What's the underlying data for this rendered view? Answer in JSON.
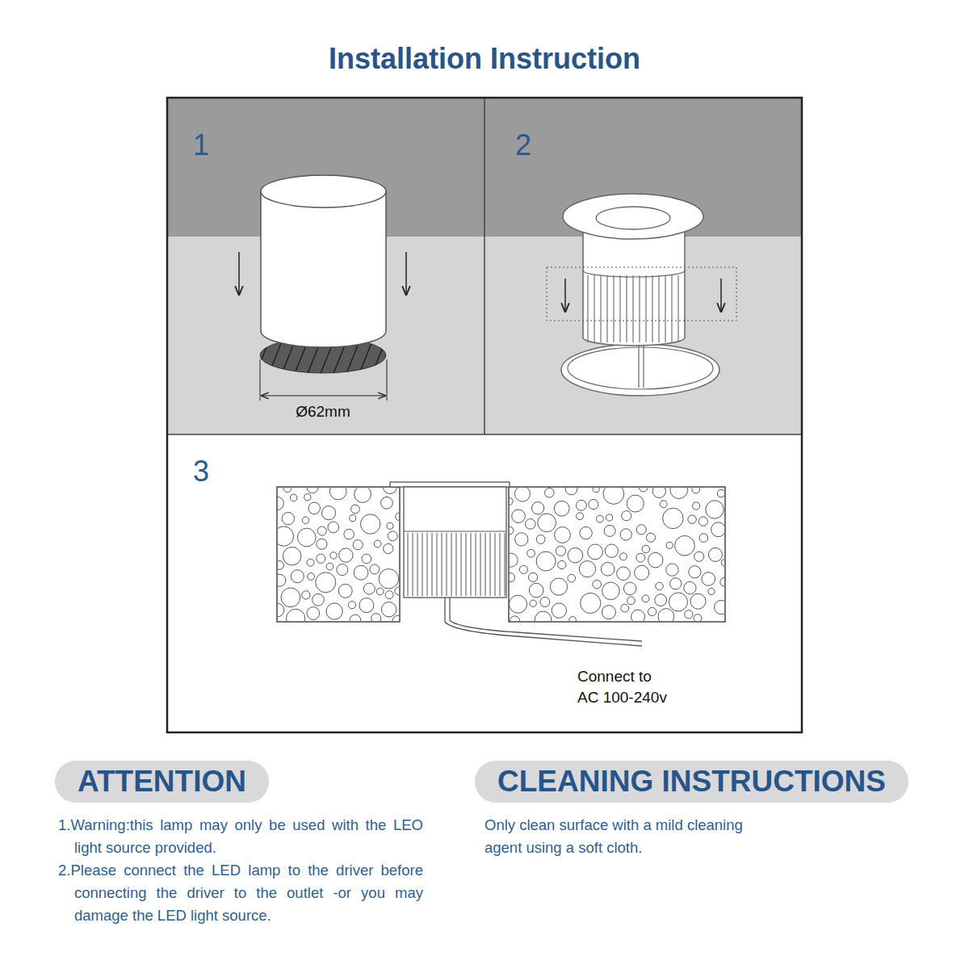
{
  "diagram": {
    "title": "Installation Instruction",
    "nodes": [
      {
        "text": [
          "1"
        ]
      },
      {
        "text": [
          "2"
        ]
      },
      {
        "text": [
          "3"
        ]
      },
      {
        "text": [
          "ATTENTION",
          "1.Warning:this lamp may only be used with the LEO light source provided.",
          "2.Please connect the LED lamp to the driver before connecting the driver to the outlet -or you may damage the LED light source."
        ]
      },
      {
        "text": [
          "CLEANING INSTRUCTIONS",
          "Only clean surface with a mild cleaning agent using a soft cloth."
        ]
      }
    ],
    "labels": [
      "Ø62mm",
      "Connect to AC 100-240v"
    ]
  }
}
